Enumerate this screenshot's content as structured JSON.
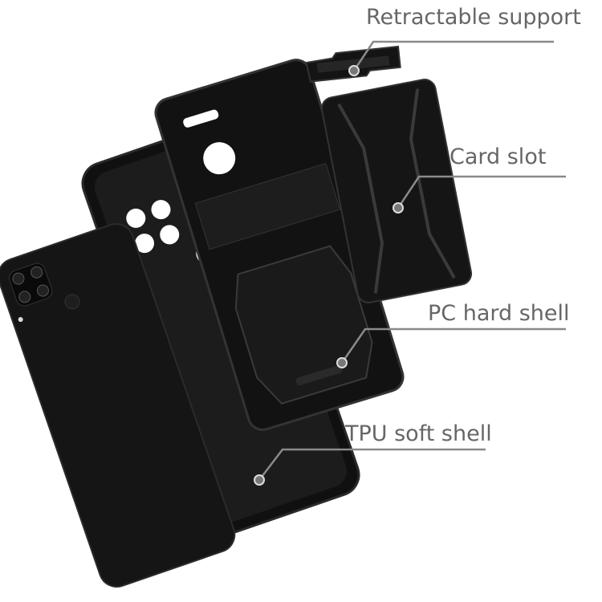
{
  "callouts": {
    "retractable_support": "Retractable support",
    "card_slot": "Card slot",
    "pc_hard_shell": "PC hard shell",
    "tpu_soft_shell": "TPU soft shell"
  },
  "colors": {
    "product": "#141414",
    "label_text": "#666666",
    "leader_line": "#8a8a8a"
  }
}
